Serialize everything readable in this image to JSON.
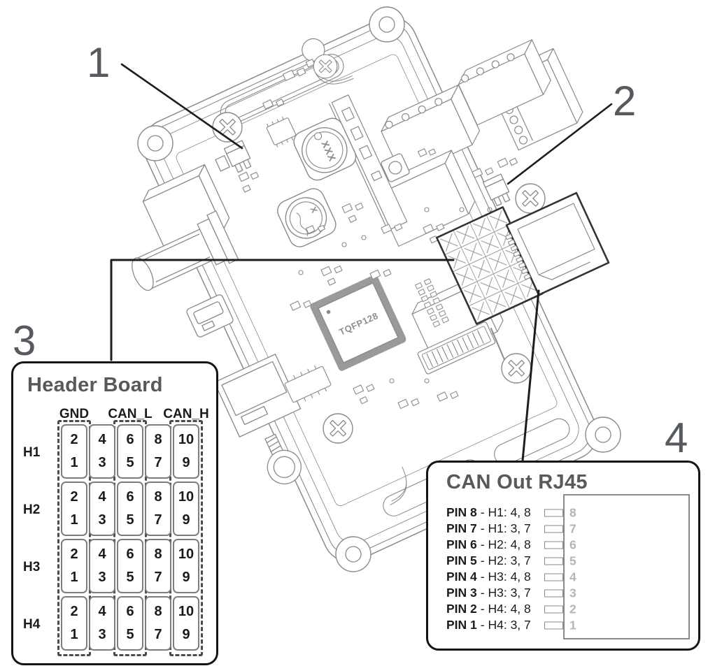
{
  "callouts": {
    "c1": "1",
    "c2": "2",
    "c3": "3",
    "c4": "4"
  },
  "board": {
    "chip_label": "TQFP128",
    "inductor_label": "XXX",
    "inductor2_label": "X"
  },
  "header_board": {
    "title": "Header Board",
    "column_headers": [
      "GND",
      "CAN_L",
      "CAN_H"
    ],
    "row_labels": [
      "H1",
      "H2",
      "H3",
      "H4"
    ],
    "cell_pairs": [
      [
        "2",
        "1"
      ],
      [
        "4",
        "3"
      ],
      [
        "6",
        "5"
      ],
      [
        "8",
        "7"
      ],
      [
        "10",
        "9"
      ]
    ]
  },
  "can_out": {
    "title": "CAN Out RJ45",
    "rows": [
      {
        "pin": "PIN 8",
        "map": "- H1: 4, 8",
        "jack": "8"
      },
      {
        "pin": "PIN 7",
        "map": "- H1: 3, 7",
        "jack": "7"
      },
      {
        "pin": "PIN 6",
        "map": "- H2: 4, 8",
        "jack": "6"
      },
      {
        "pin": "PIN 5",
        "map": "- H2: 3, 7",
        "jack": "5"
      },
      {
        "pin": "PIN 4",
        "map": "- H3: 4, 8",
        "jack": "4"
      },
      {
        "pin": "PIN 3",
        "map": "- H3: 3, 7",
        "jack": "3"
      },
      {
        "pin": "PIN 2",
        "map": "- H4: 4, 8",
        "jack": "2"
      },
      {
        "pin": "PIN 1",
        "map": "- H4: 3, 7",
        "jack": "1"
      }
    ]
  },
  "colors": {
    "line_gray": "#8a8a8a",
    "highlight_dark": "#333333",
    "callout_line": "#1d1d1d",
    "numeral_gray": "#565a5f",
    "title_gray": "#58595b",
    "table_black": "#1b1b1d",
    "jack_number_gray": "#b4b5b7",
    "dash_gray": "#4c4c4c"
  }
}
